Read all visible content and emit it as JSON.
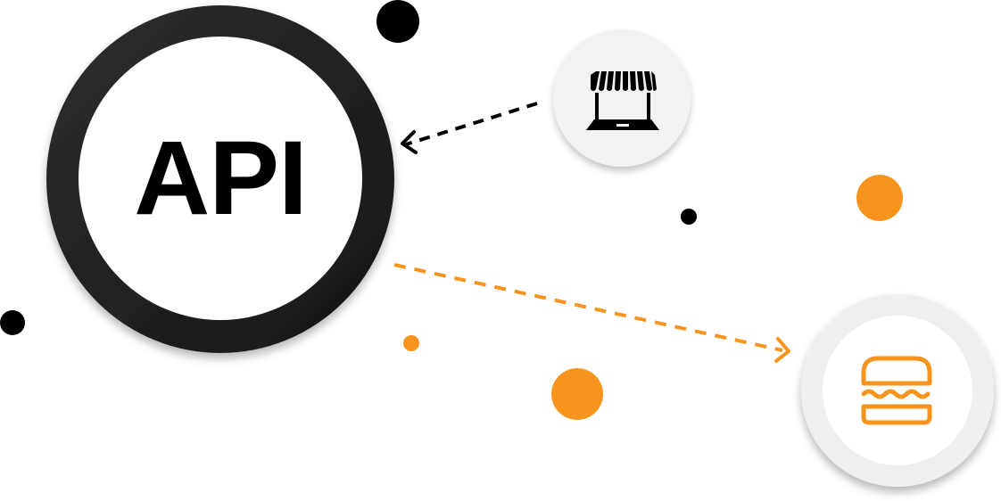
{
  "api_node": {
    "label": "API",
    "ring_color": "#222222"
  },
  "store_node": {
    "icon": "laptop-storefront-icon",
    "background": "#f2f2f2"
  },
  "burger_node": {
    "icon": "burger-icon",
    "ring_color": "#efefef",
    "icon_color": "#f7941d"
  },
  "connections": [
    {
      "from": "store_node",
      "to": "api_node",
      "style": "dashed",
      "color": "#000000"
    },
    {
      "from": "api_node",
      "to": "burger_node",
      "style": "dashed",
      "color": "#f7941d"
    }
  ],
  "colors": {
    "accent": "#f7941d",
    "dark": "#000000",
    "background": "#ffffff"
  }
}
